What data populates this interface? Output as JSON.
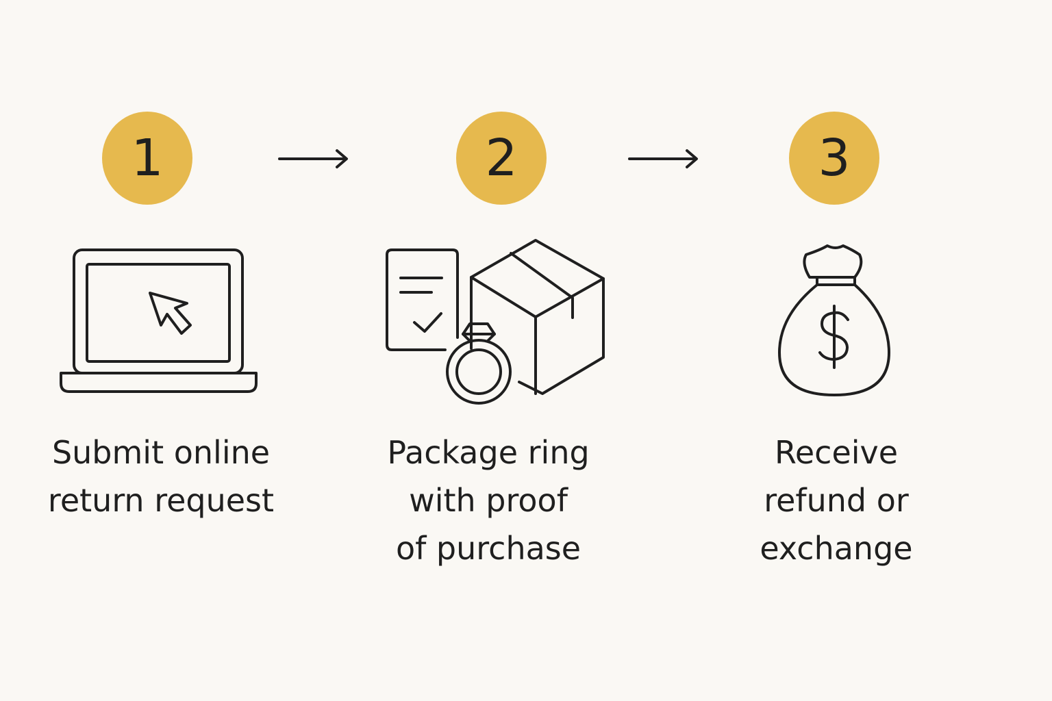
{
  "steps": [
    {
      "number": "1",
      "icon": "laptop-cursor-icon",
      "label_lines": [
        "Submit online",
        "return request"
      ]
    },
    {
      "number": "2",
      "icon": "package-ring-receipt-icon",
      "label_lines": [
        "Package ring",
        "with proof",
        "of purchase"
      ]
    },
    {
      "number": "3",
      "icon": "money-bag-icon",
      "label_lines": [
        "Receive",
        "refund or",
        "exchange"
      ]
    }
  ],
  "colors": {
    "badge": "#e6b94e",
    "ink": "#1f1f1f",
    "background": "#faf8f4"
  }
}
